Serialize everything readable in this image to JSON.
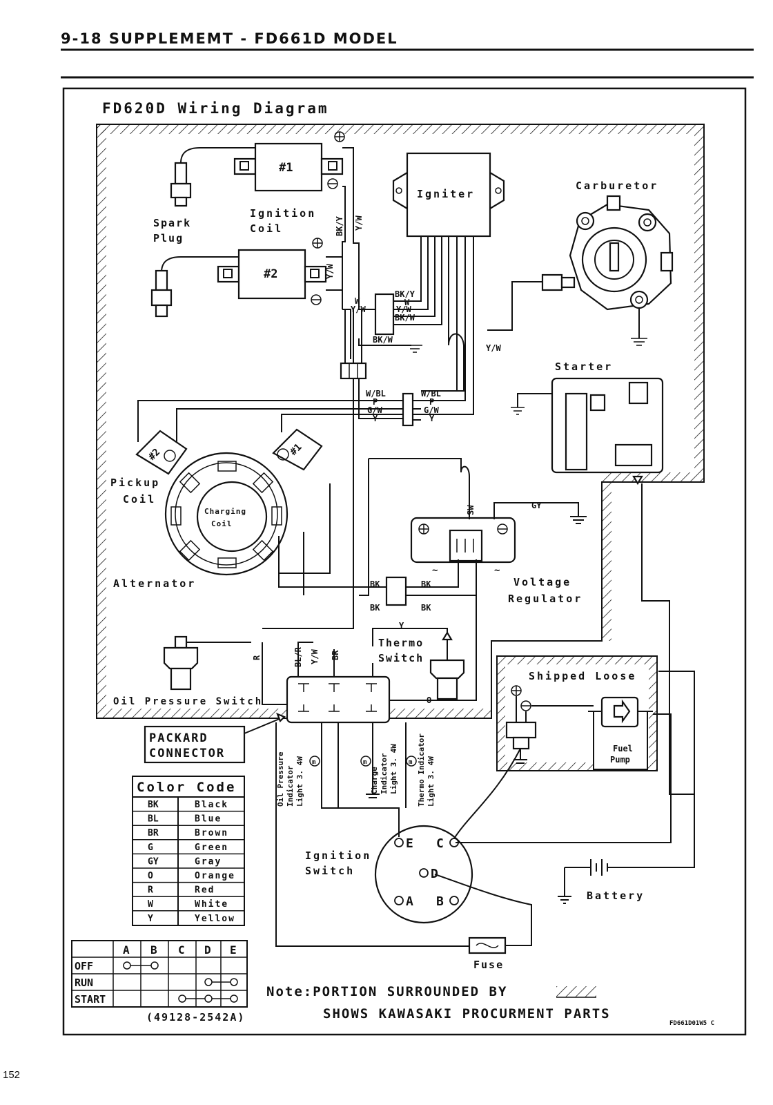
{
  "page": {
    "header": "9-18 SUPPLEMEMT - FD661D MODEL",
    "number": "152"
  },
  "diagram": {
    "title": "FD620D Wiring Diagram",
    "code": "FD661D01W5 C",
    "components": {
      "coil1": "#1",
      "coil2": "#2",
      "ignition_coil": [
        "Ignition",
        "Coil"
      ],
      "spark_plug": [
        "Spark",
        "Plug"
      ],
      "igniter": "Igniter",
      "carburetor": "Carburetor",
      "starter": "Starter",
      "pickup_coil": [
        "Pickup",
        "Coil"
      ],
      "pickup_2": "#2",
      "pickup_1": "#1",
      "charging_coil": [
        "Charging",
        "Coil"
      ],
      "alternator": "Alternator",
      "voltage_regulator": [
        "Voltage",
        "Regulator"
      ],
      "thermo_switch": [
        "Thermo",
        "Switch"
      ],
      "oil_pressure_switch": "Oil Pressure Switch",
      "shipped_loose": "Shipped Loose",
      "fuel_pump": [
        "Fuel",
        "Pump"
      ],
      "packard_connector": [
        "PACKARD",
        "CONNECTOR"
      ],
      "oil_indicator": [
        "Oil Pressure",
        "Indicator",
        "Light 3. 4W"
      ],
      "charge_indicator": [
        "Charge",
        "Indicator",
        "Light 3. 4W"
      ],
      "thermo_indicator": [
        "Thermo Indicator",
        "Light 3. 4W"
      ],
      "ignition_switch": [
        "Ignition",
        "Switch"
      ],
      "battery": "Battery",
      "fuse": "Fuse"
    },
    "wire_labels": {
      "bky": "BK/Y",
      "yw": "Y/W",
      "w": "W",
      "bkw": "BK/W",
      "wbl": "W/BL",
      "p": "P",
      "gw": "G/W",
      "y": "Y",
      "sw": "SW",
      "gy": "GY",
      "bk": "BK",
      "r": "R",
      "blr": "BL/R",
      "br": "BR",
      "o": "O"
    },
    "switch_terminals": [
      "E",
      "C",
      "D",
      "A",
      "B"
    ],
    "note": [
      "Note:PORTION SURROUNDED BY ",
      "SHOWS KAWASAKI PROCURMENT PARTS"
    ]
  },
  "color_code": {
    "title": "Color Code",
    "rows": [
      [
        "BK",
        "Black"
      ],
      [
        "BL",
        "Blue"
      ],
      [
        "BR",
        "Brown"
      ],
      [
        "G",
        "Green"
      ],
      [
        "GY",
        "Gray"
      ],
      [
        "O",
        "Orange"
      ],
      [
        "R",
        "Red"
      ],
      [
        "W",
        "White"
      ],
      [
        "Y",
        "Yellow"
      ]
    ]
  },
  "switch_table": {
    "columns": [
      "A",
      "B",
      "C",
      "D",
      "E"
    ],
    "rows": [
      "OFF",
      "RUN",
      "START"
    ],
    "part_number": "(49128-2542A)"
  }
}
